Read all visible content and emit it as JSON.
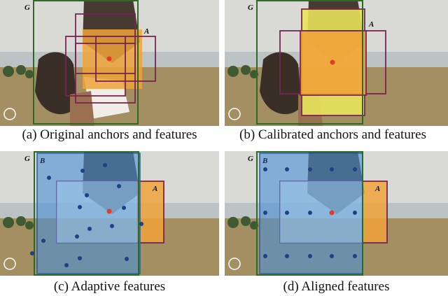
{
  "panels": [
    {
      "id": "a",
      "caption": "(a) Original anchors and features",
      "labels": {
        "gt": "G",
        "anchor": "A"
      }
    },
    {
      "id": "b",
      "caption": "(b) Calibrated anchors and features",
      "labels": {
        "gt": "G",
        "anchor": "A"
      }
    },
    {
      "id": "c",
      "caption": "(c) Adaptive features",
      "labels": {
        "gt": "G",
        "box": "B",
        "anchor": "A"
      }
    },
    {
      "id": "d",
      "caption": "(d) Aligned features",
      "labels": {
        "gt": "G",
        "box": "B",
        "anchor": "A"
      }
    }
  ],
  "colors": {
    "sky": "#d9dad5",
    "horizon": "#b9bcb6",
    "water": "#cfd8de",
    "grass": "#a48f62",
    "eagle": "#3a2f26",
    "gt_box": "#2e6b22",
    "anchor_box": "#7a2452",
    "anchor_fill": "#f0a33a",
    "calibrated_fill": "#e7e35a",
    "blue_box": "#4a8fd6",
    "point": "#1f3f86",
    "center_point": "#e23b2a"
  }
}
